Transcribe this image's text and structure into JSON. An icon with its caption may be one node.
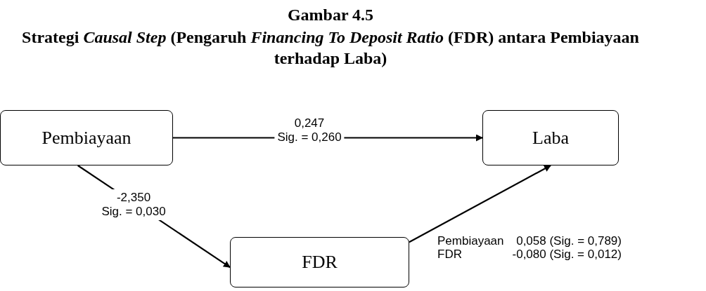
{
  "diagram": {
    "title": "Gambar 4.5",
    "caption": "Strategi *Causal Step* (Pengaruh *Financing To Deposit Ratio* (FDR) antara Pembiayaan terhadap Laba)",
    "nodes": [
      {
        "text": [
          "Pembiayaan"
        ]
      },
      {
        "text": [
          "Laba"
        ]
      },
      {
        "text": [
          "FDR"
        ]
      }
    ],
    "edges": [
      {
        "from": 0,
        "to": 1,
        "arrow": "to",
        "label": "0,247 Sig. = 0,260"
      },
      {
        "from": 0,
        "to": 2,
        "arrow": "to",
        "label": "-2,350 Sig. = 0,030"
      },
      {
        "from": 2,
        "to": 1,
        "arrow": "to"
      }
    ],
    "labels": [
      "Pembiayaan",
      "0,058 (Sig. = 0,789)",
      "FDR",
      "-0,080 (Sig. = 0,012)"
    ]
  }
}
